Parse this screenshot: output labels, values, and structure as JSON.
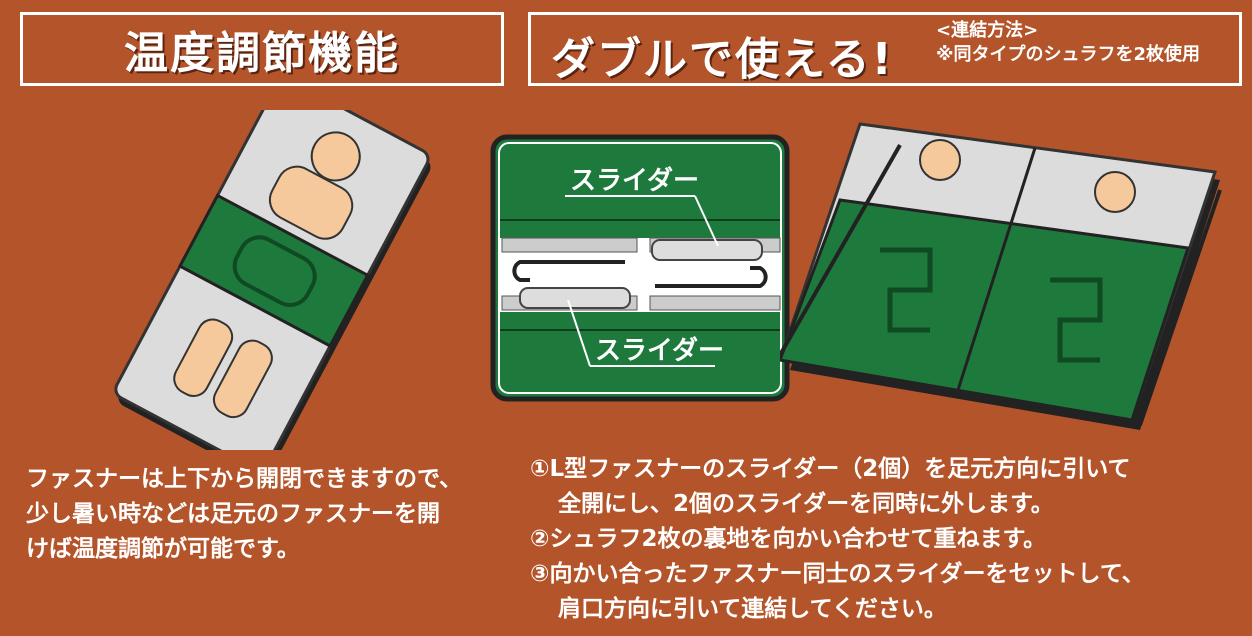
{
  "left_section": {
    "title": "温度調節機能",
    "description": [
      "ファスナーは上下から開閉できますので、",
      "少し暑い時などは足元のファスナーを開",
      "けば温度調節が可能です。"
    ]
  },
  "right_section": {
    "title": "ダブルで使える!",
    "note_heading": "<連結方法>",
    "note_detail": "※同タイプのシュラフを2枚使用",
    "inset_labels": {
      "top": "スライダー",
      "bottom": "スライダー"
    },
    "steps": [
      [
        "①L型ファスナーのスライダー（2個）を足元方向に引いて",
        "全開にし、2個のスライダーを同時に外します。"
      ],
      [
        "②シュラフ2枚の裏地を向かい合わせて重ねます。"
      ],
      [
        "③向かい合ったファスナー同士のスライダーをセットして、",
        "肩口方向に引いて連結してください。"
      ]
    ]
  },
  "colors": {
    "background": "#b4542a",
    "green": "#1e7a3c",
    "bag": "#dcdcdc",
    "skin": "#f6c99c"
  }
}
